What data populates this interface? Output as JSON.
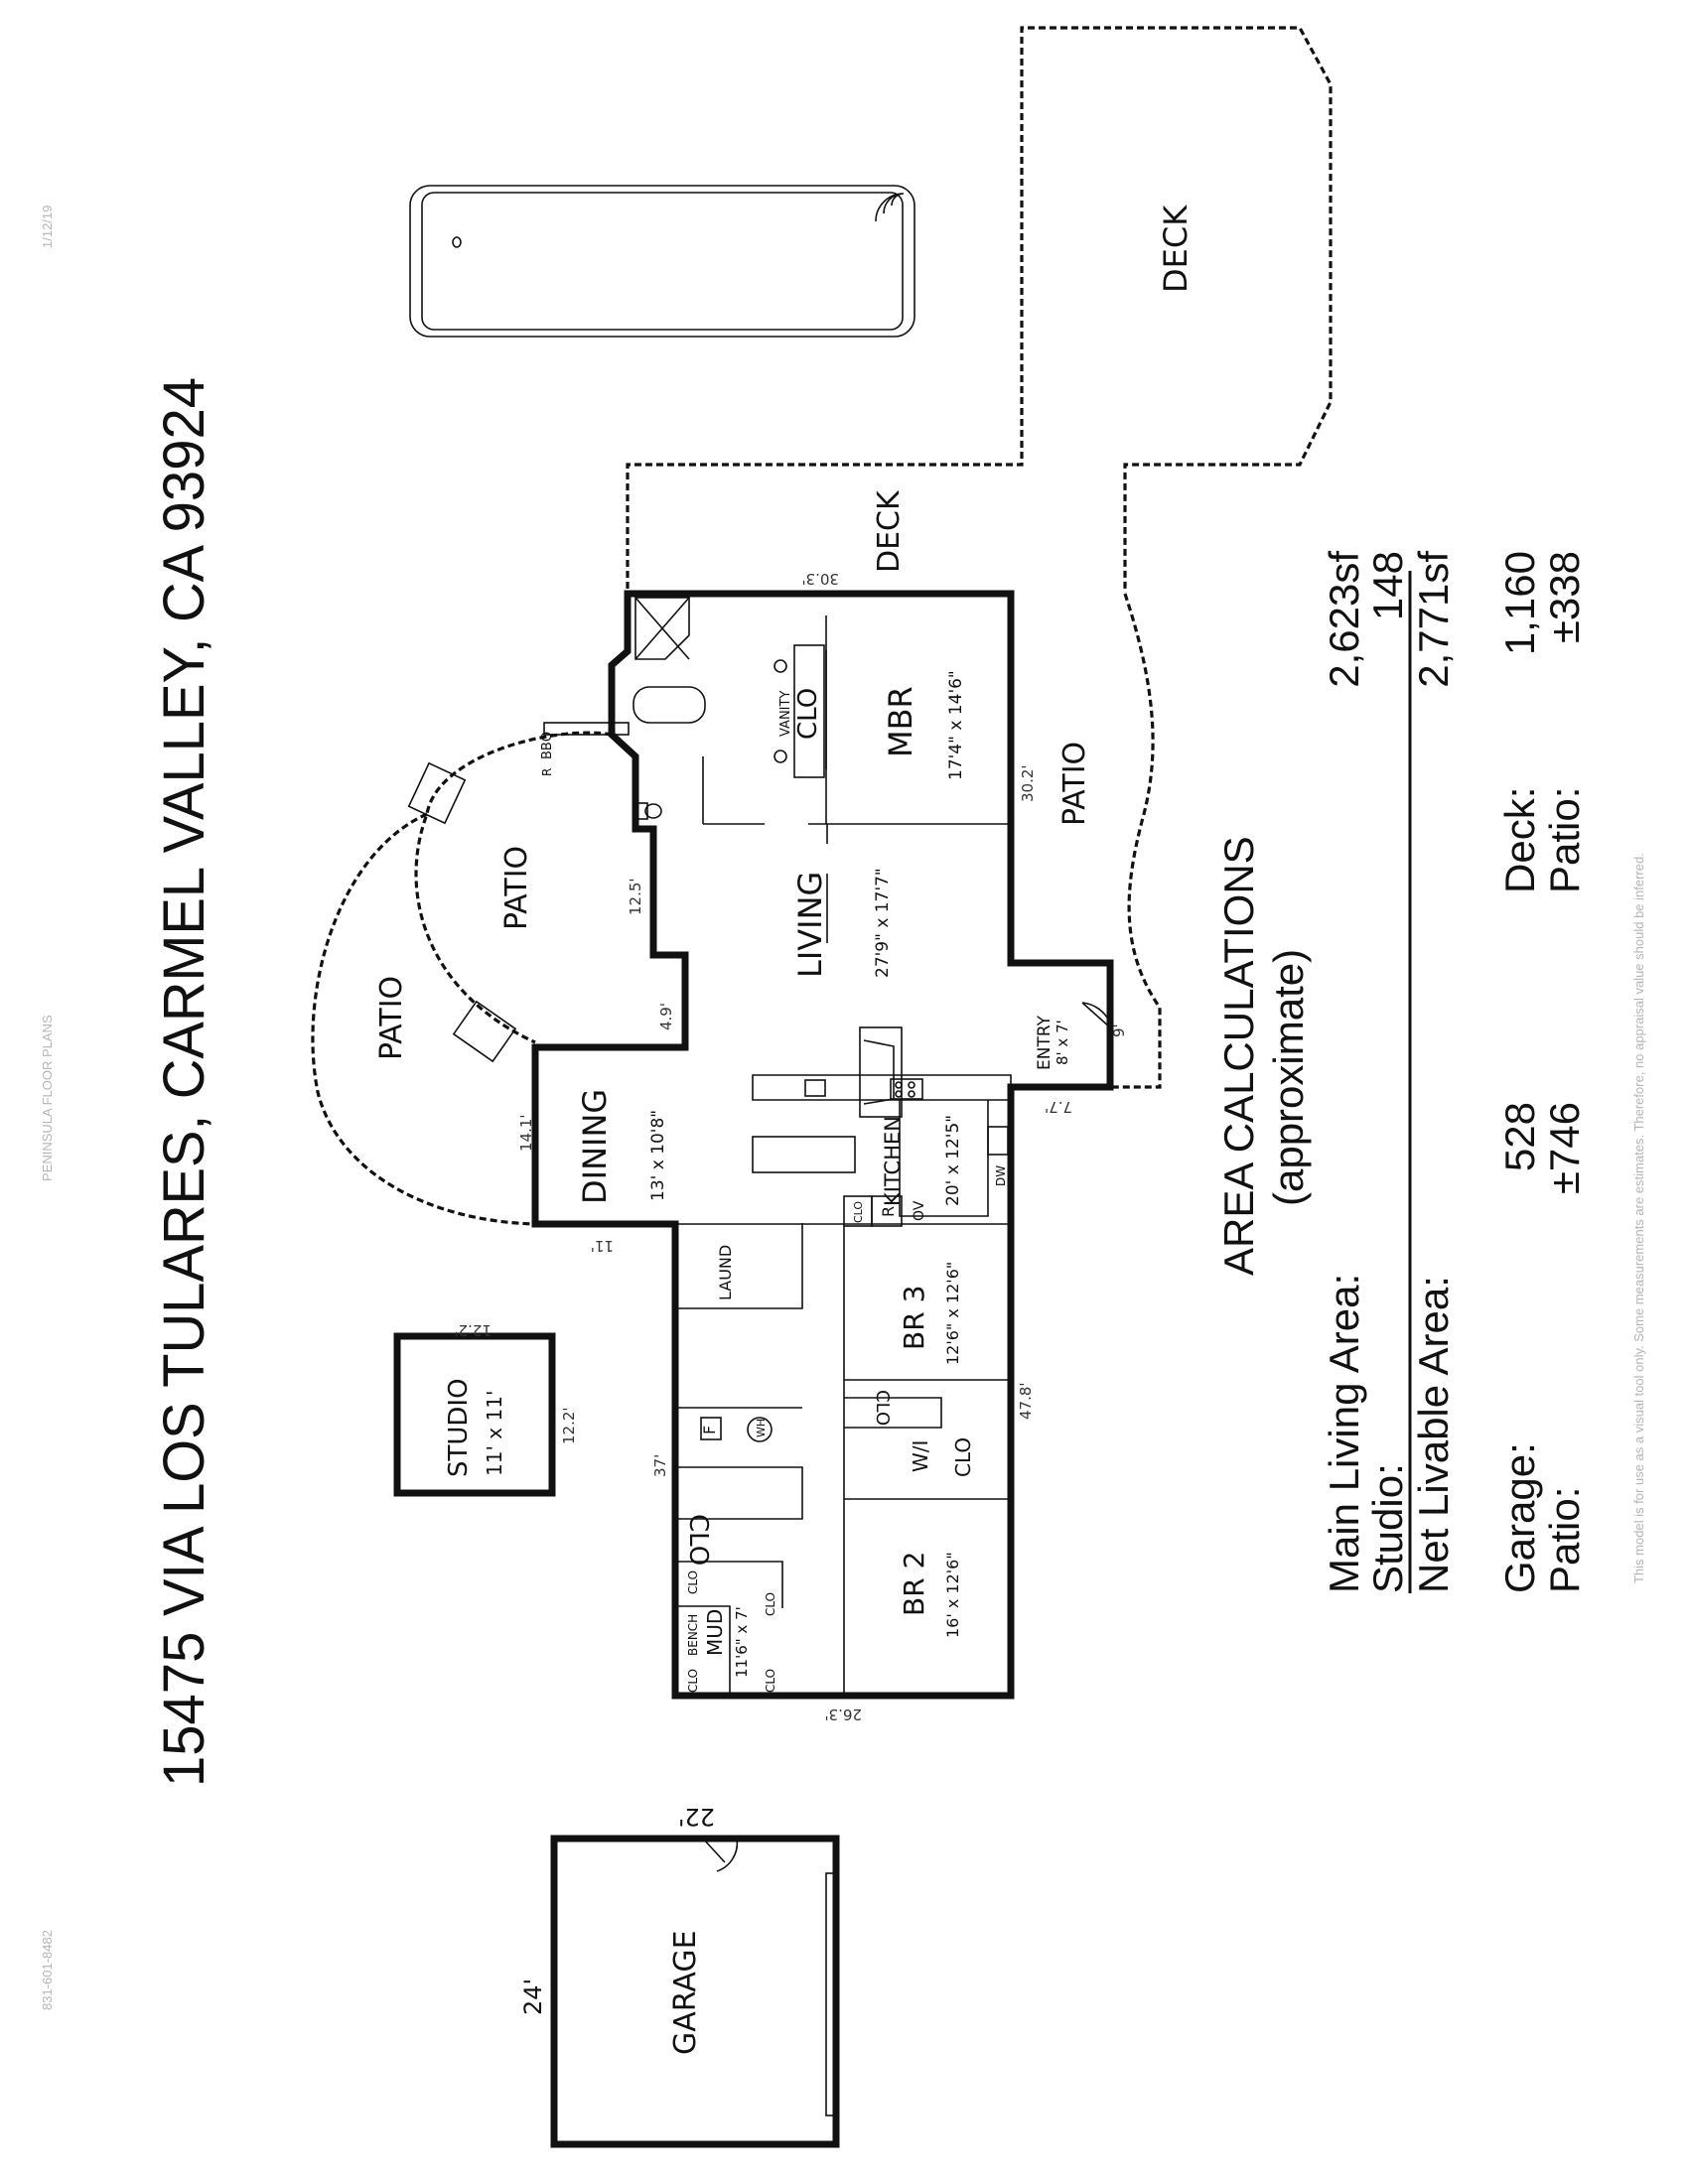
{
  "title": "15475 VIA LOS TULARES, CARMEL VALLEY, CA  93924",
  "margin": {
    "date": "1/12/19",
    "company": "PENINSULA FLOOR PLANS",
    "phone": "831-601-8482"
  },
  "rooms": {
    "deck_main": "DECK",
    "deck_small": "DECK",
    "mbr": {
      "name": "MBR",
      "size": "17'4\" x 14'6\""
    },
    "clo_mbr": "CLO",
    "vanity": "VANITY",
    "living": {
      "name": "LIVING",
      "size": "27'9\" x 17'7\""
    },
    "patio_right": "PATIO",
    "patio_inner": "PATIO",
    "patio_outer": "PATIO",
    "entry": {
      "name": "ENTRY",
      "size": "8' x 7'"
    },
    "dining": {
      "name": "DINING",
      "size": "13' x 10'8\""
    },
    "kitchen": {
      "name": "KITCHEN",
      "size": "20' x 12'5\""
    },
    "br3": {
      "name": "BR 3",
      "size": "12'6\" x 12'6\""
    },
    "br2": {
      "name": "BR 2",
      "size": "16' x 12'6\""
    },
    "wi_clo": {
      "a": "W/I",
      "b": "CLO"
    },
    "laund": "LAUND",
    "mud": {
      "name": "MUD",
      "size": "11'6\" x 7'"
    },
    "studio": {
      "name": "STUDIO",
      "size": "11' x 11'"
    },
    "garage": "GARAGE"
  },
  "fixtures": {
    "bbq": "BBQ",
    "r_bbq": "R",
    "refrigerator": "R",
    "oven": "OV",
    "dishwasher": "DW",
    "furnace": "F",
    "water_heater": "WH",
    "bench": "BENCH",
    "clo": "CLO"
  },
  "dimensions": {
    "top_303": "30.3'",
    "mbr_right_302": "30.2'",
    "patio_125": "12.5'",
    "patio_49": "4.9'",
    "dining_141": "14.1'",
    "dining_11": "11'",
    "entry_9": "9'",
    "entry_77": "7.7'",
    "right_478": "47.8'",
    "left_37": "37'",
    "bottom_263": "26.3'",
    "studio_top": "12.2'",
    "studio_right": "12.2'",
    "garage_top": "22'",
    "garage_left": "24'"
  },
  "area_calculations": {
    "heading": "AREA CALCULATIONS",
    "subheading": "(approximate)",
    "main_living_label": "Main Living Area:",
    "main_living_value": "2,623sf",
    "studio_label": "Studio:",
    "studio_value": "148",
    "net_livable_label": "Net Livable Area:",
    "net_livable_value": "2,771sf",
    "garage_label": "Garage:",
    "garage_value": "528",
    "patio_label": "Patio:",
    "patio_value": "±746",
    "deck_label": "Deck:",
    "deck_value": "1,160",
    "patio2_label": "Patio:",
    "patio2_value": "±338"
  },
  "disclaimer": "This model is for use as a visual tool only.  Some measurements are estimates.  Therefore, no appraisal value should be inferred."
}
